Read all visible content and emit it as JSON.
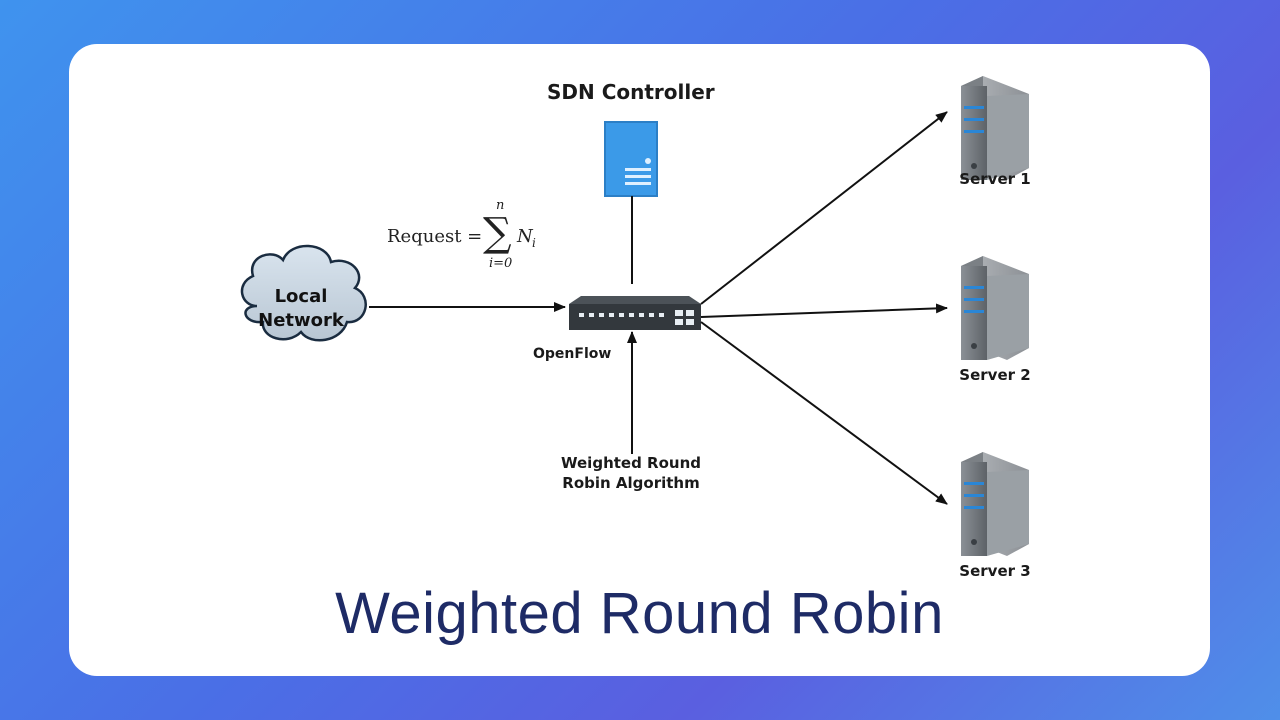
{
  "diagram": {
    "controller_label": "SDN Controller",
    "cloud_label_line1": "Local",
    "cloud_label_line2": "Network",
    "switch_label": "OpenFlow",
    "algorithm_label_line1": "Weighted Round",
    "algorithm_label_line2": "Robin Algorithm",
    "formula": {
      "lhs": "Request =",
      "sigma": "∑",
      "upper": "n",
      "lower": "i=0",
      "term": "N",
      "subscript": "i"
    },
    "servers": [
      {
        "label": "Server 1"
      },
      {
        "label": "Server 2"
      },
      {
        "label": "Server 3"
      }
    ]
  },
  "caption": "Weighted Round Robin",
  "colors": {
    "background_gradient": [
      "#3f93ee",
      "#5a5fe0"
    ],
    "card": "#ffffff",
    "caption": "#1e2b66",
    "controller": "#3b9ae8",
    "server": "#6f7479",
    "server_stripe": "#2a86d6"
  }
}
